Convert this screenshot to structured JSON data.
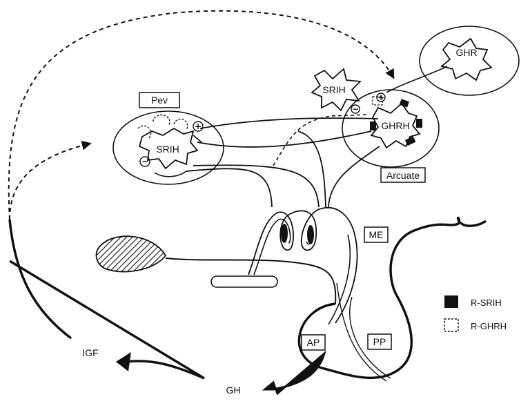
{
  "labels": {
    "pev": "Pev",
    "srih_pev": "SRIH",
    "srih_top": "SRIH",
    "ghrh": "GHRH",
    "ghr": "GHR",
    "arcuate": "Arcuate",
    "me": "ME",
    "ap": "AP",
    "pp": "PP",
    "igf": "IGF",
    "gh": "GH"
  },
  "signs": {
    "pev_plus": "+",
    "pev_minus": "−",
    "arc_plus": "+",
    "arc_minus": "−"
  },
  "legend": {
    "r_srih": "R-SRIH",
    "r_ghrh": "R-GHRH"
  },
  "colors": {
    "line": "#111111",
    "background": "#ffffff"
  }
}
